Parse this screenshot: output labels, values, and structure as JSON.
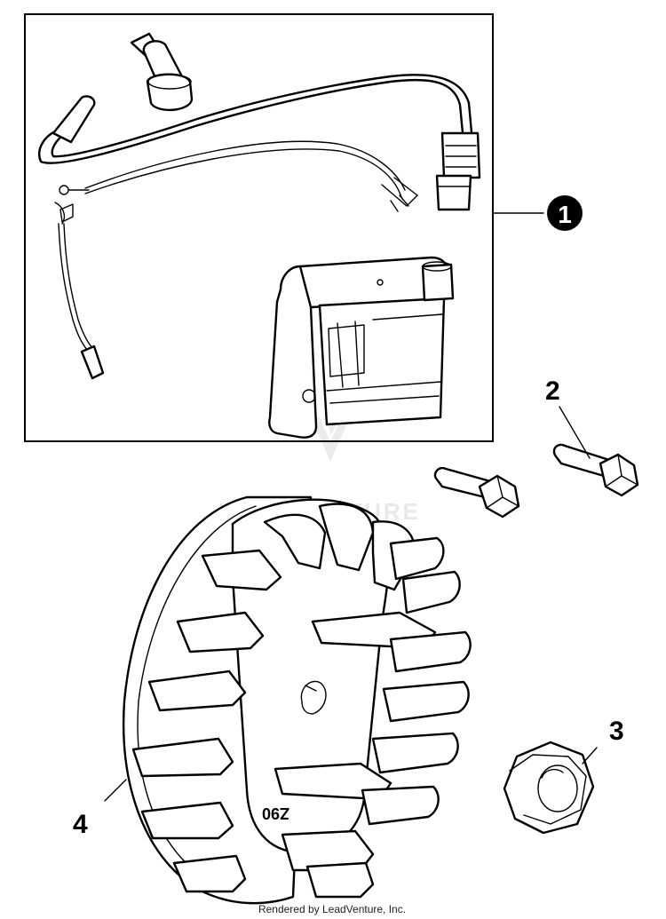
{
  "callouts": {
    "c1": "1",
    "c2": "2",
    "c3": "3",
    "c4": "4"
  },
  "flywheel_stamp": "Z90",
  "watermark": "LEADVENTURE",
  "footer": "Rendered by LeadVenture, Inc.",
  "colors": {
    "line": "#000000",
    "background": "#ffffff",
    "watermark": "#e8e8e8"
  }
}
